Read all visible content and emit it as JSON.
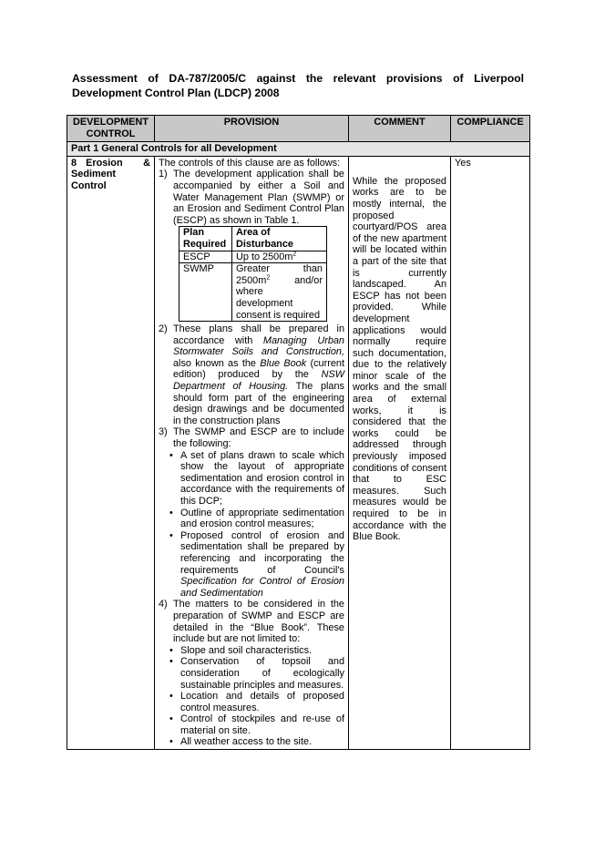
{
  "title": {
    "line1": "Assessment of DA-787/2005/C against the relevant provisions of Liverpool",
    "line2": "Development Control Plan (LDCP) 2008"
  },
  "headers": {
    "control": "DEVELOPMENT CONTROL",
    "provision": "PROVISION",
    "comment": "COMMENT",
    "compliance": "COMPLIANCE"
  },
  "part_heading": "Part 1 General Controls for all Development",
  "row": {
    "control_number": "8",
    "control_name_a": "Erosion",
    "control_amp": "&",
    "control_name_b": "Sediment Control",
    "intro": "The controls of this clause are as follows:",
    "p1_num": "1)",
    "p1": "The development application shall be accompanied by either a Soil and Water Management Plan (SWMP) or an Erosion and Sediment Control Plan (ESCP) as shown in Table 1.",
    "table1": {
      "h1": "Plan Required",
      "h2": "Area of Disturbance",
      "r1c1": "ESCP",
      "r1c2": "Up to 2500m",
      "r1sup": "2",
      "r2c1": "SWMP",
      "r2c2a": "Greater than 2500m",
      "r2sup": "2",
      "r2c2b": "and/or where development consent is required"
    },
    "p2_num": "2)",
    "p2_a": "These plans shall be prepared in accordance with",
    "p2_i1": "Managing Urban Stormwater Soils and Construction,",
    "p2_b": "also known as the",
    "p2_i2": "Blue Book",
    "p2_c": "(current edition) produced by the",
    "p2_i3": "NSW Department of Housing.",
    "p2_d": "The plans should form part of the engineering design drawings and be documented in the construction plans",
    "p3_num": "3)",
    "p3": "The SWMP and ESCP are to include the following:",
    "p3_b1": "A set of plans drawn to scale which show the layout of appropriate sedimentation and erosion control in accordance with the requirements of this DCP;",
    "p3_b2": "Outline of appropriate sedimentation and erosion control measures;",
    "p3_b3": "Proposed control of erosion and sedimentation shall be prepared by referencing and incorporating the requirements of Council's",
    "p3_b3_i": "Specification for Control of Erosion and Sedimentation",
    "p4_num": "4)",
    "p4": "The matters to be considered in the preparation of SWMP and ESCP are detailed in the “Blue Book”. These include but are not limited to:",
    "p4_b1": "Slope and soil characteristics.",
    "p4_b2": "Conservation of topsoil and consideration of ecologically sustainable principles and measures.",
    "p4_b3": "Location and details of proposed control measures.",
    "p4_b4": "Control of stockpiles and re-use of material on site.",
    "p4_b5": "All weather access to the site.",
    "comment": "While the proposed works are to be mostly internal, the proposed courtyard/POS area of the new apartment will be located within a part of the site that is currently landscaped. An ESCP has not been provided. While development applications would normally require such documentation, due to the relatively minor scale of the works and the small area of external works, it is considered that the works could be addressed through previously imposed conditions of consent that to ESC measures. Such measures would be required to be in accordance with the Blue Book.",
    "compliance": "Yes"
  }
}
